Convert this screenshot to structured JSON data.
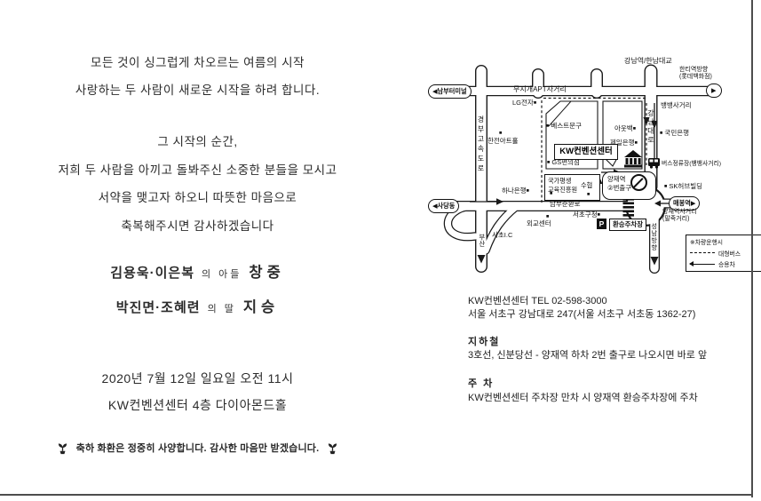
{
  "colors": {
    "ink": "#111111",
    "paper": "#ffffff"
  },
  "invitation": {
    "intro1_line1": "모든 것이 싱그럽게 차오르는 여름의 시작",
    "intro1_line2": "사랑하는 두 사람이 새로운 시작을 하려 합니다.",
    "intro2_line1": "그 시작의 순간,",
    "intro2_line2": "저희 두 사람을 아끼고 돌봐주신 소중한 분들을 모시고",
    "intro2_line3": "서약을 맺고자 하오니 따뜻한 마음으로",
    "intro2_line4": "축복해주시면 감사하겠습니다",
    "groom_parents": "김용욱·이은복",
    "groom_relation": "의 아들",
    "groom_name": "창중",
    "bride_parents": "박진면·조혜련",
    "bride_relation": "의 딸",
    "bride_name": "지승",
    "datetime": "2020년 7월 12일 일요일 오전 11시",
    "venue": "KW컨벤션센터 4층 다이아몬드홀",
    "notice": "축하 화환은 정중히 사양합니다. 감사한 마음만 받겠습니다."
  },
  "directions": {
    "contact_line1": "KW컨벤션센터  TEL 02-598-3000",
    "contact_line2": "서울 서초구 강남대로 247(서울 서초구 서초동 1362-27)",
    "subway_title": "지하철",
    "subway_desc": "3호선, 신분당선 - 양재역 하차 2번 출구로 나오시면 바로 앞",
    "parking_title": "주 차",
    "parking_desc": "KW컨벤션센터 주차장 만차 시 양재역 환승주차장에 주차"
  },
  "map": {
    "venue": "KW컨벤션센터",
    "nambu_terminal": "◀남부터미널",
    "mujigae": "무지개APT사거리",
    "gangnam_hannam": "강남역/한남대교",
    "hanti_line1": "한티역방향",
    "hanti_line2": "(롯데백화점)",
    "east_arrow": "▶",
    "bangbang": "뱅뱅사거리",
    "gyeongbu": "경부고속도로",
    "gangnam_daero": "강남대로",
    "lg": "LG전자",
    "best_stationery": "베스트문구",
    "hanjeon": "한전아트홀",
    "outback": "아웃백",
    "jeil_bank": "제일은행",
    "kookmin_bank": "국민은행",
    "bus_stop": "버스정류장(뱅뱅사거리)",
    "gs": "GS편의점",
    "hana_bank": "하나은행",
    "edu_line1": "국가평생",
    "edu_line2": "교육진흥원",
    "suhyup": "수협",
    "nambu_beltway": "남부순환로",
    "sadang": "◀사당동",
    "oegyo": "외교센터",
    "seocho_office": "서초구청",
    "p": "P",
    "transfer_parking": "환승주차장",
    "yangjae_line1": "양재역",
    "yangjae_line2": "②번출구",
    "sk_hub": "SK허브빌딩",
    "maebong": "매봉역▶",
    "yangjae_x_line1": "양재역사거리",
    "yangjae_x_line2": "(말죽거리)",
    "seongnam": "성남방향",
    "seocho_ic": "서초I.C",
    "busan": "부산",
    "legend_title": "※차량운행시",
    "legend_bus": "대형버스",
    "legend_car": "승용차",
    "marker": "■"
  }
}
